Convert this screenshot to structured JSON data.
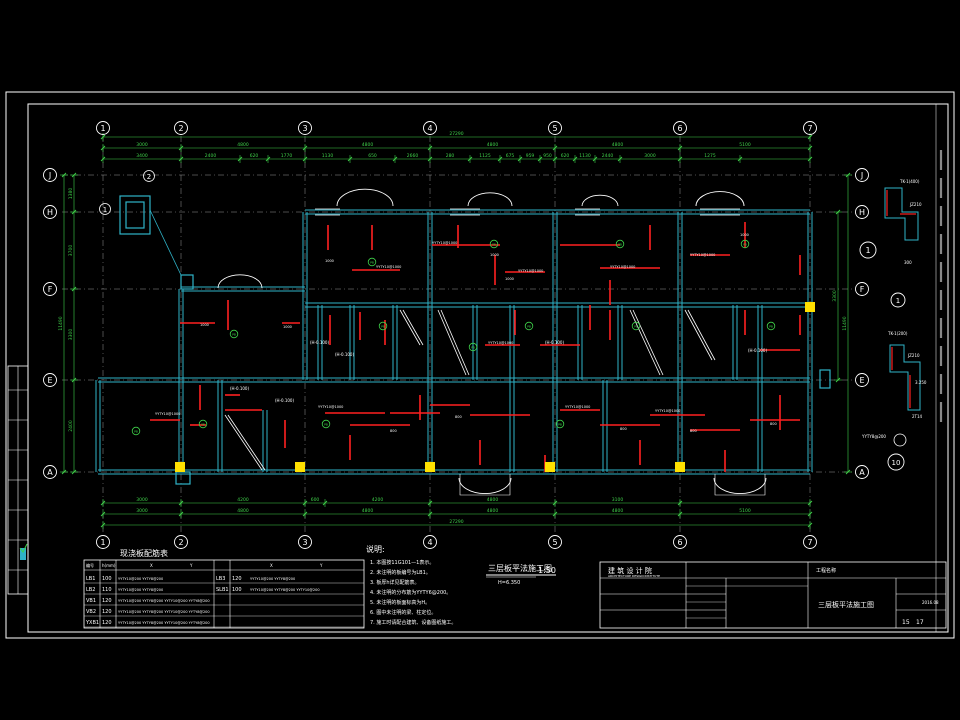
{
  "colors": {
    "background": "#000000",
    "frame": "#ffffff",
    "wall": "#2fb3c8",
    "dimension": "#3fd24a",
    "beam_red": "#ff2020",
    "column_yellow": "#ffe000",
    "text": "#ffffff",
    "axis_circle": "#ffffff"
  },
  "axes": {
    "columns": [
      "1",
      "2",
      "3",
      "4",
      "5",
      "6",
      "7"
    ],
    "rows": [
      "J",
      "H",
      "F",
      "E",
      "A"
    ]
  },
  "dimensions": {
    "total": "27290",
    "bays_top": [
      "3000",
      "4800",
      "4800",
      "4800",
      "4800",
      "5100"
    ],
    "details_top": [
      "3400",
      "2400",
      "620",
      "1770",
      "1130",
      "650",
      "2660",
      "280",
      "1125",
      "675",
      "959",
      "950",
      "620",
      "1130",
      "2440",
      "3000",
      "1275"
    ],
    "bays_bottom": [
      "3000",
      "4800",
      "4800",
      "4800",
      "4800",
      "5100"
    ],
    "details_bottom": [
      "3000",
      "4200",
      "600",
      "4200",
      "4800",
      "3100"
    ],
    "left": [
      "1380",
      "3700",
      "11490",
      "3300",
      "2400"
    ],
    "right": [
      "11490",
      "3300"
    ]
  },
  "slab_labels": [
    "PB",
    "PB",
    "PB",
    "PB",
    "PB",
    "PB",
    "PB",
    "PB",
    "PB",
    "PB",
    "PB",
    "PB",
    "PB",
    "PB"
  ],
  "level_marks": [
    "(H-0.100)",
    "(H-0.100)",
    "(H-0.100)",
    "(H-0.100)",
    "(H-0.100)",
    "(H-0.100)"
  ],
  "beam_texts": [
    "YYTY10@1000",
    "YYTY10@1000",
    "YYTY10@1000",
    "YYTY10@1000",
    "YYTY10@1000",
    "YYTY10@1000",
    "YYTY10@1000",
    "YYTY10@1000",
    "YYTY10@1000",
    "YYTY10@1000"
  ],
  "small_numbers": [
    "1000",
    "1000",
    "1000",
    "1000",
    "1000",
    "1000",
    "800",
    "800",
    "800",
    "800",
    "800"
  ],
  "lintel_table": {
    "title": "现浇板配筋表",
    "headers": [
      "编号",
      "h(mm)",
      "X",
      "Y",
      "X",
      "Y"
    ],
    "rows": [
      {
        "id": "LB1",
        "h": "100",
        "spec": "YYTY10@200 YYTY8@200"
      },
      {
        "id": "LB2",
        "h": "110",
        "spec": "YYTY10@200 YYTY8@200"
      },
      {
        "id": "VB1",
        "h": "120",
        "spec": "YYTY10@200 YYTY8@200 YYTY10@200 YYTY8@200"
      },
      {
        "id": "VB2",
        "h": "120",
        "spec": "YYTY10@200 YYTY8@200 YYTY10@200 YYTY8@200"
      },
      {
        "id": "YXB1",
        "h": "120",
        "spec": "YYTY10@200 YYTY8@200 YYTY10@200 YYTY8@200"
      }
    ],
    "right_rows": [
      {
        "id": "LB3",
        "h": "120",
        "spec": "YYTY10@200 YYTY8@200"
      },
      {
        "id": "SLB1",
        "h": "100",
        "spec": "YYTY10@200 YYTY8@200 YYTY10@200"
      }
    ]
  },
  "notes": {
    "title": "说明:",
    "items": [
      "1. 本图按11G101—1表示。",
      "2. 未注明的板编号为LB1。",
      "3. 板厚h详见配筋表。",
      "4. 未注明的分布筋为YYTY6@200。",
      "5. 未注明的板面标高为H。",
      "6. 图中未注明的梁、柱定位。",
      "7. 施工时请配合建筑、设备图纸施工。"
    ]
  },
  "plan_title": {
    "name": "三层板平法施工图",
    "scale": "1:50",
    "elevation": "H=6.350"
  },
  "title_block": {
    "company": "建  筑  设  计  院",
    "company_en": "ARCHITECTURE DESIGN INSTITUTE",
    "drawing_name": "三层板平法施工图",
    "sheet_no": "15",
    "sheet_total": "17",
    "project_label": "工程名称",
    "date": "2016.08"
  },
  "details": {
    "d1_label": "1",
    "d2_label": "1",
    "d3_label": "10",
    "d_texts": [
      "TK-1(400)",
      "JZ210",
      "300",
      "TK-1(200)",
      "JZ210",
      "3.250",
      "2T14",
      "YYTY8@200"
    ]
  }
}
